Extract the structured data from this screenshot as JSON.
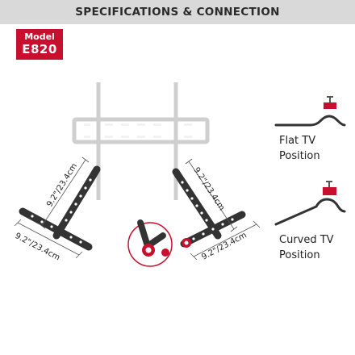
{
  "header": {
    "title": "SPECIFICATIONS & CONNECTION"
  },
  "model": {
    "label": "Model",
    "number": "E820"
  },
  "dimensions": {
    "left_vertical": "9.2\"/23.4cm",
    "left_horizontal": "9.2\"/23.4cm",
    "right_vertical": "9.2\"/23.4cm",
    "right_horizontal": "9.2\"/23.4cm"
  },
  "positions": {
    "flat": {
      "line1": "Flat TV",
      "line2": "Position"
    },
    "curved": {
      "line1": "Curved TV",
      "line2": "Position"
    }
  },
  "colors": {
    "accent": "#c8102e",
    "header_bg": "#d9d9d9",
    "bracket": "#333333",
    "mount": "#dcdcdc"
  }
}
